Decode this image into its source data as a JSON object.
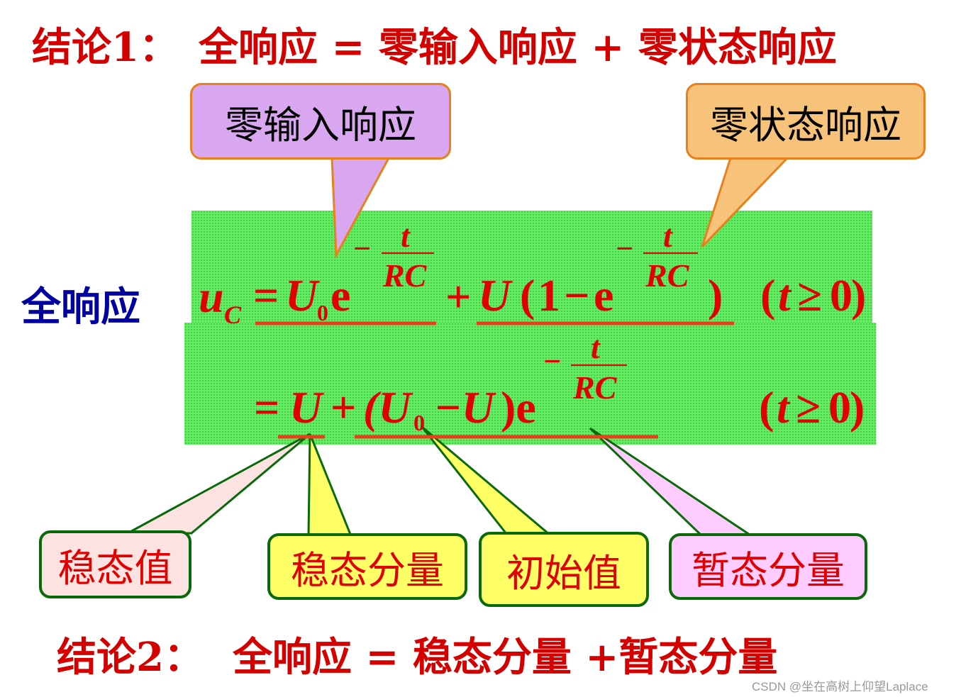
{
  "conclusion1": {
    "label": "结论1：",
    "equation": "全响应 = 零输入响应 + 零状态响应"
  },
  "conclusion2": {
    "label": "结论2：",
    "equation": "全响应 = 稳态分量 +暂态分量"
  },
  "side_label": "全响应",
  "callouts": {
    "zero_input": "零输入响应",
    "zero_state": "零状态响应"
  },
  "labels": {
    "steady_value": "稳态值",
    "steady_component": "稳态分量",
    "initial_value": "初始值",
    "transient_component": "暂态分量"
  },
  "formula1": {
    "lhs_u": "u",
    "lhs_sub": "C",
    "eq": "=",
    "U": "U",
    "sub0": "0",
    "e": "e",
    "minus": "−",
    "t": "t",
    "RC": "RC",
    "plus": "+",
    "U2": "U",
    "paren_open": "(",
    "one": "1",
    "minus2": "−",
    "e2": "e",
    "paren_close": ")",
    "condition_open": "(",
    "condition_t": "t",
    "condition_ge": "≥",
    "condition_zero": "0",
    "condition_close": ")"
  },
  "formula2": {
    "eq": "=",
    "U": "U",
    "plus": "+",
    "paren_open": "(U",
    "sub0": "0",
    "minus_U": "−U",
    "paren_close_e": ")e",
    "exp_minus": "−",
    "exp_t": "t",
    "exp_RC": "RC",
    "condition_open": "(",
    "condition_t": "t",
    "condition_ge": "≥",
    "condition_zero": "0",
    "condition_close": ")"
  },
  "watermark": "CSDN @坐在高树上仰望Laplace",
  "colors": {
    "red": "#e00000",
    "blue": "#0000a0",
    "green_panel": "#66ee66",
    "outline": "#0a6a0a",
    "callout_border": "#e8801c"
  }
}
